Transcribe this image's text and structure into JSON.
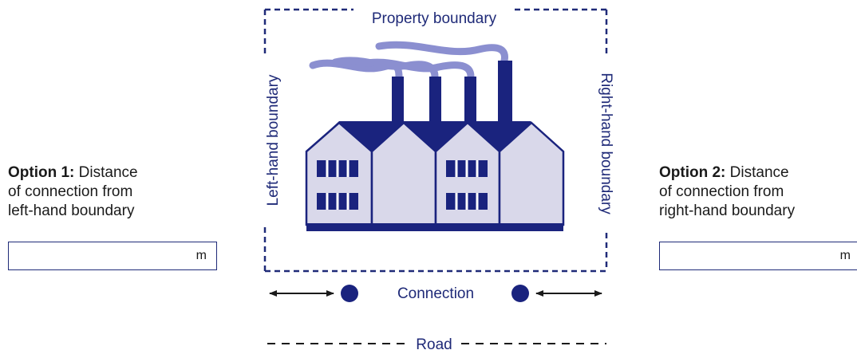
{
  "labels": {
    "property_boundary": "Property boundary",
    "left_boundary": "Left-hand boundary",
    "right_boundary": "Right-hand boundary",
    "connection": "Connection",
    "road": "Road"
  },
  "option1": {
    "title": "Option 1:",
    "line1": "Distance",
    "line2": "of connection from",
    "line3": "left-hand boundary",
    "unit": "m",
    "value": ""
  },
  "option2": {
    "title": "Option 2:",
    "line1": "Distance",
    "line2": "of connection from",
    "line3": "right-hand boundary",
    "unit": "m",
    "value": ""
  },
  "colors": {
    "navy": "#1f2a78",
    "factory_dark": "#1a237e",
    "factory_light": "#d9d8ea",
    "smoke": "#8b8fd0"
  }
}
